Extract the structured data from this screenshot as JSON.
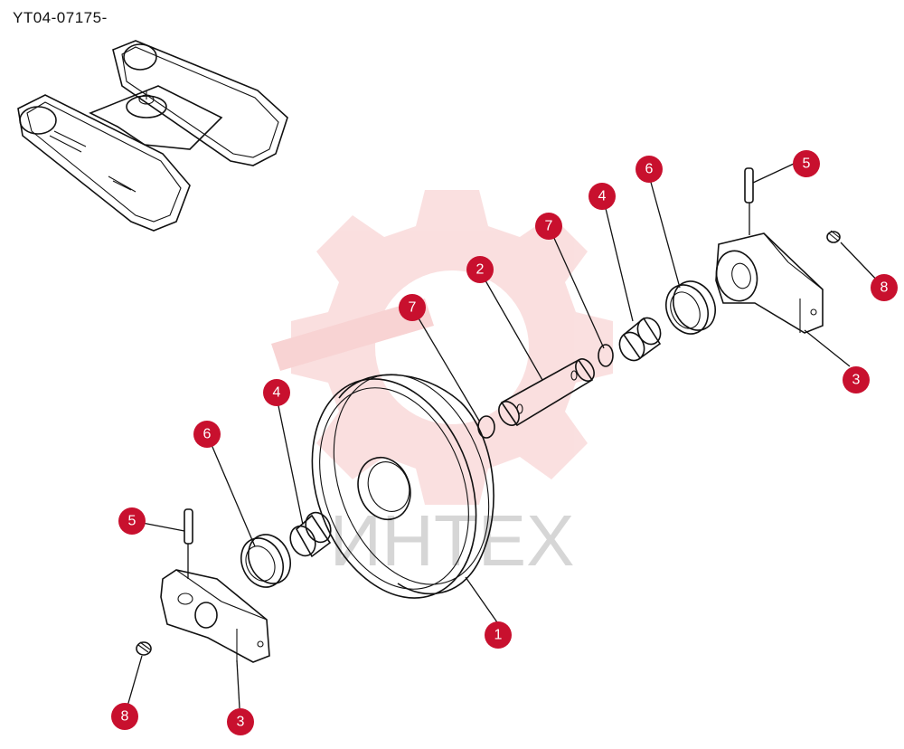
{
  "drawing_code": "YT04-07175-",
  "watermark_text": "ИНТЕХ",
  "colors": {
    "badge": "#c8102e",
    "watermark": "#f3b7b7",
    "line": "#111111"
  },
  "callouts": [
    {
      "id": "c1",
      "label": "1"
    },
    {
      "id": "c2",
      "label": "2"
    },
    {
      "id": "c3a",
      "label": "3"
    },
    {
      "id": "c3b",
      "label": "3"
    },
    {
      "id": "c4a",
      "label": "4"
    },
    {
      "id": "c4b",
      "label": "4"
    },
    {
      "id": "c5a",
      "label": "5"
    },
    {
      "id": "c5b",
      "label": "5"
    },
    {
      "id": "c6a",
      "label": "6"
    },
    {
      "id": "c6b",
      "label": "6"
    },
    {
      "id": "c7a",
      "label": "7"
    },
    {
      "id": "c7b",
      "label": "7"
    },
    {
      "id": "c8a",
      "label": "8"
    },
    {
      "id": "c8b",
      "label": "8"
    }
  ]
}
